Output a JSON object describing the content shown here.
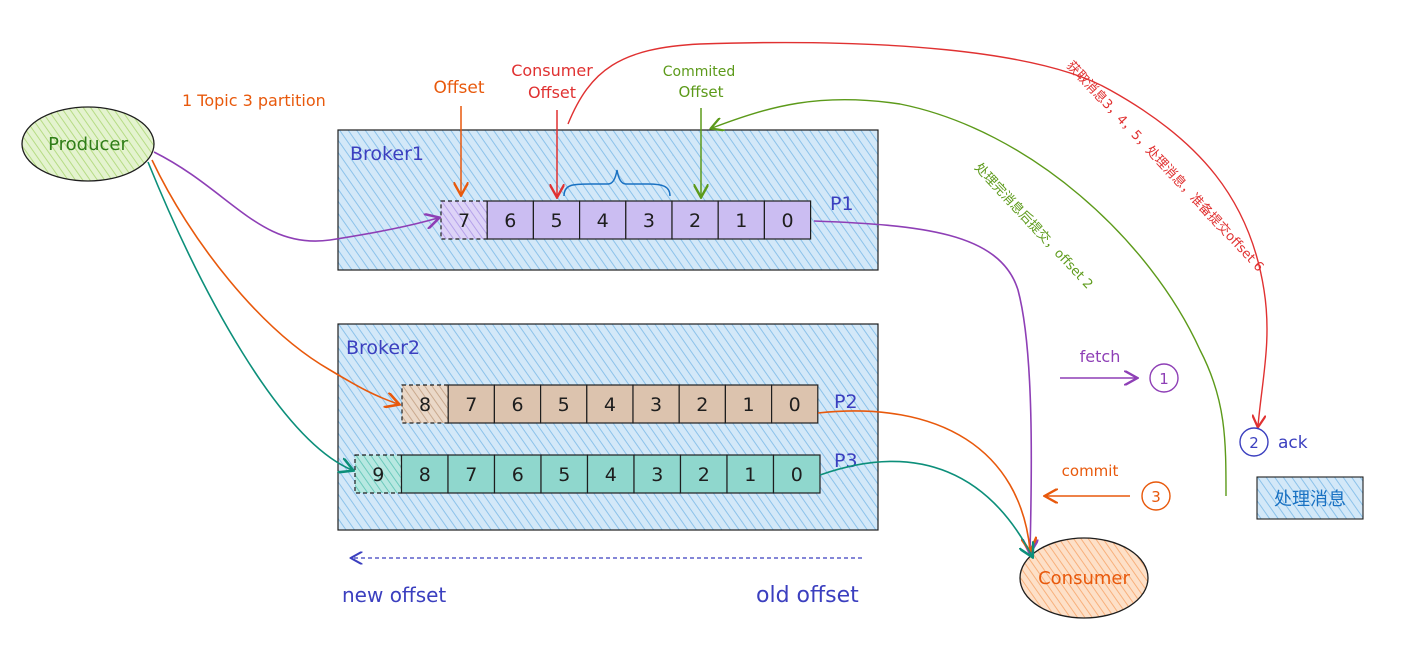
{
  "colors": {
    "purple": "#8e3fb6",
    "orange": "#e8590c",
    "teal": "#0c8f7a",
    "red": "#e03131",
    "green": "#5c9a1a",
    "blue": "#3b3fbf",
    "broker_fill": "#a5d0f0",
    "p1_cell": "#cbbdf2",
    "p2_cell": "#dcc3ae",
    "p3_cell": "#8fd7cd",
    "producer_fill": "#cfe9a9",
    "consumer_fill": "#fbc49a"
  },
  "producer": {
    "label": "Producer"
  },
  "consumer": {
    "label": "Consumer"
  },
  "topic_label": "1 Topic 3 partition",
  "broker1": {
    "label": "Broker1",
    "partition": {
      "name": "P1",
      "pending": "7",
      "cells": [
        "6",
        "5",
        "4",
        "3",
        "2",
        "1",
        "0"
      ]
    }
  },
  "broker2": {
    "label": "Broker2",
    "p2": {
      "name": "P2",
      "pending": "8",
      "cells": [
        "7",
        "6",
        "5",
        "4",
        "3",
        "2",
        "1",
        "0"
      ]
    },
    "p3": {
      "name": "P3",
      "pending": "9",
      "cells": [
        "8",
        "7",
        "6",
        "5",
        "4",
        "3",
        "2",
        "1",
        "0"
      ]
    }
  },
  "labels": {
    "offset": "Offset",
    "consumer_offset_line1": "Consumer",
    "consumer_offset_line2": "Offset",
    "committed_line1": "Commited",
    "committed_line2": "Offset",
    "red_note": "获取消息3，4，5，处理消息，准备提交offset 6",
    "green_note": "处理完消息后提交，offset 2",
    "fetch": "fetch",
    "ack": "ack",
    "commit": "commit",
    "step1": "1",
    "step2": "2",
    "step3": "3",
    "process_box": "处理消息",
    "new_offset": "new offset",
    "old_offset": "old offset"
  }
}
